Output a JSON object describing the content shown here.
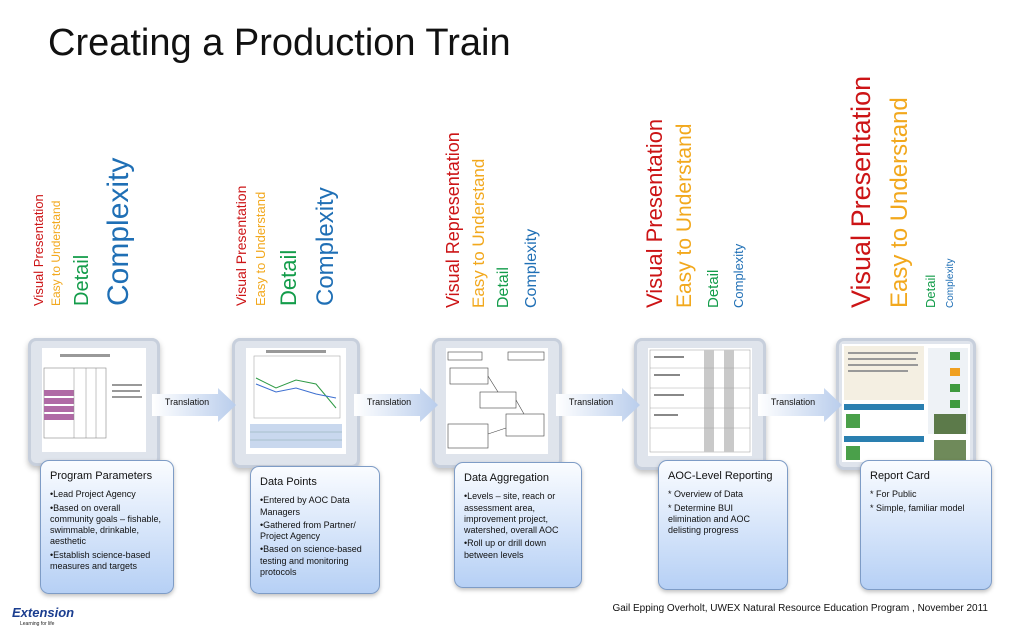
{
  "title": "Creating a Production Train",
  "colors": {
    "red": "#cc1416",
    "orange": "#f2a81d",
    "green": "#139c4a",
    "blue": "#1f6fb5"
  },
  "columns": [
    {
      "visual": "Visual Presentation",
      "easy": "Easy to Understand",
      "detail": "Detail",
      "complexity": "Complexity"
    },
    {
      "visual": "Visual Presentation",
      "easy": "Easy to Understand",
      "detail": "Detail",
      "complexity": "Complexity"
    },
    {
      "visual": "Visual Representation",
      "easy": "Easy to Understand",
      "detail": "Detail",
      "complexity": "Complexity"
    },
    {
      "visual": "Visual Presentation",
      "easy": "Easy to Understand",
      "detail": "Detail",
      "complexity": "Complexity"
    },
    {
      "visual_a": "Visual",
      "visual_b": " Presentation",
      "easy": "Easy to Understand",
      "detail": "Detail",
      "complexity": "Complexity"
    }
  ],
  "arrows": [
    "Translation",
    "Translation",
    "Translation",
    "Translation"
  ],
  "cards": [
    {
      "title": "Program Parameters",
      "items": [
        "•Lead Project Agency",
        "•Based on overall community goals – fishable, swimmable, drinkable, aesthetic",
        "•Establish science-based measures and targets"
      ]
    },
    {
      "title": "Data Points",
      "items": [
        "•Entered by AOC Data Managers",
        "•Gathered from Partner/ Project Agency",
        "•Based on science-based testing and monitoring protocols"
      ]
    },
    {
      "title": "Data Aggregation",
      "items": [
        "•Levels – site, reach or assessment area, improvement project, watershed, overall AOC",
        "•Roll up or drill down between levels"
      ]
    },
    {
      "title": "AOC-Level Reporting",
      "items": [
        "* Overview of Data",
        "* Determine BUI elimination and AOC delisting progress"
      ]
    },
    {
      "title": "Report Card",
      "items": [
        "* For Public",
        "* Simple, familiar model"
      ]
    }
  ],
  "footer": "Gail Epping Overholt, UWEX Natural Resource Education Program , November 2011",
  "logo": {
    "word": "Extension",
    "tagline": "Learning for life"
  }
}
